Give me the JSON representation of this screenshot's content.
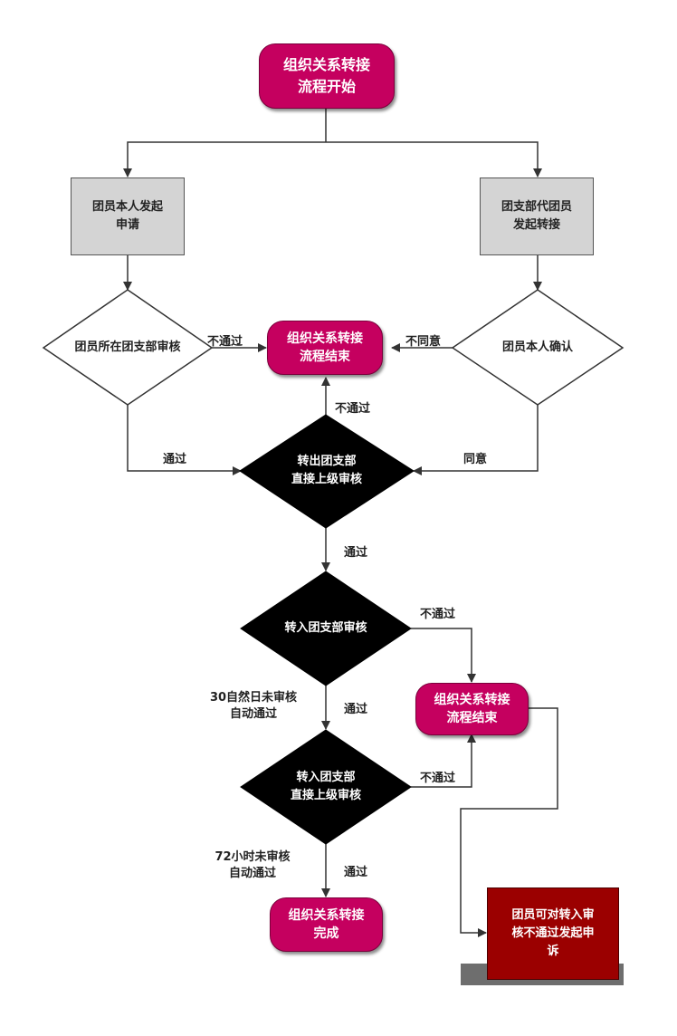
{
  "nodes": {
    "start": "组织关系转接\n流程开始",
    "self_apply": "团员本人发起\n申请",
    "branch_transfer": "团支部代团员\n发起转接",
    "branch_review": "团员所在团支部审核",
    "self_confirm": "团员本人确认",
    "end_top": "组织关系转接\n流程结束",
    "out_superior": "转出团支部\n直接上级审核",
    "in_branch": "转入团支部审核",
    "end_right": "组织关系转接\n流程结束",
    "in_superior": "转入团支部\n直接上级审核",
    "complete": "组织关系转接\n完成",
    "appeal": "团员可对转入审\n核不通过发起申\n诉"
  },
  "labels": {
    "reject_left": "不通过",
    "disagree": "不同意",
    "reject_out": "不通过",
    "pass_left": "通过",
    "agree": "同意",
    "pass_out": "通过",
    "reject_in": "不通过",
    "pass_in": "通过",
    "auto30": "30自然日未审核\n自动通过",
    "reject_in_sup": "不通过",
    "auto72": "72小时未审核\n自动通过",
    "pass_in_sup": "通过"
  },
  "colors": {
    "terminal": "#c5005f",
    "process": "#d4d4d4",
    "decision_dark": "#000000",
    "appeal": "#9b0000",
    "line": "#333333"
  }
}
